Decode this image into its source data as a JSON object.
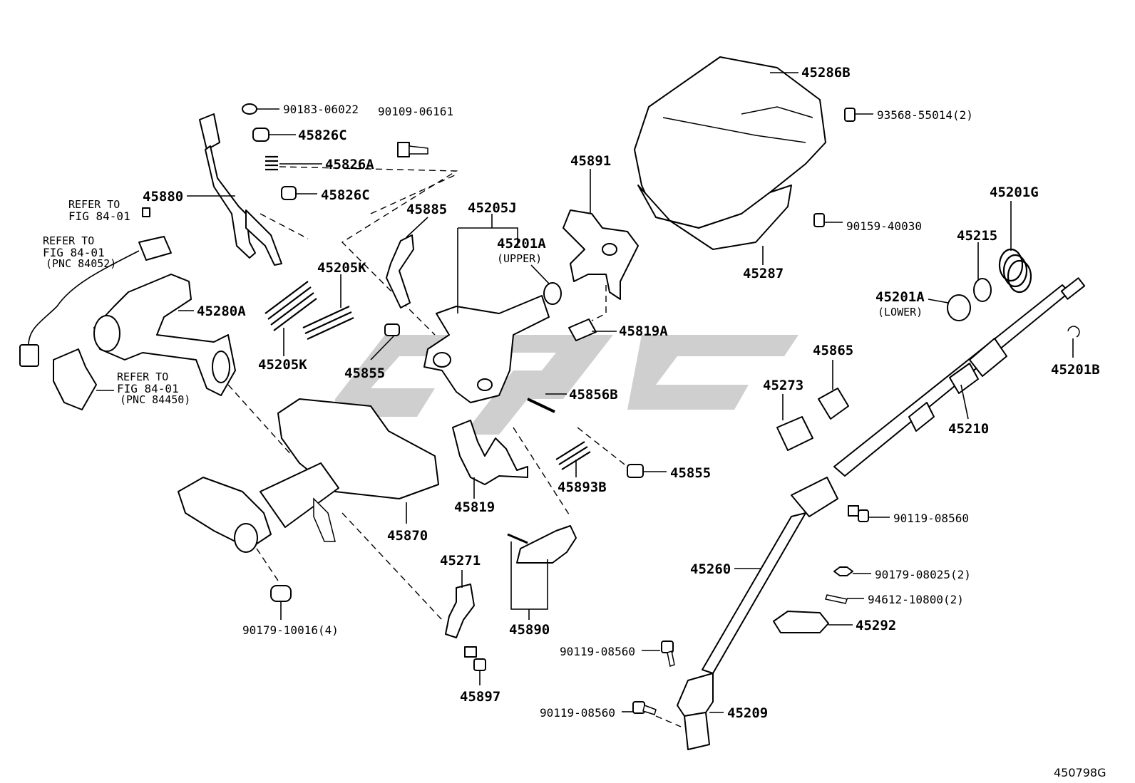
{
  "diagram_code": "450798G",
  "watermark": "",
  "labels": {
    "p90183_06022": "90183-06022",
    "p45826C_a": "45826C",
    "p45826A": "45826A",
    "p45826C_b": "45826C",
    "p90109_06161": "90109-06161",
    "p45880": "45880",
    "p45885": "45885",
    "p45205J": "45205J",
    "p45201A_upper": "45201A",
    "upper_note": "(UPPER)",
    "p45205K_a": "45205K",
    "p45205K_b": "45205K",
    "p45280A": "45280A",
    "p45855_a": "45855",
    "p45856B": "45856B",
    "p45891": "45891",
    "p45286B": "45286B",
    "p93568_55014": "93568-55014(2)",
    "p90159_40030": "90159-40030",
    "p45287": "45287",
    "p45819A": "45819A",
    "p45215": "45215",
    "p45201G": "45201G",
    "p45201A_lower": "45201A",
    "lower_note": "(LOWER)",
    "p45201B": "45201B",
    "p45865": "45865",
    "p45273": "45273",
    "p45210": "45210",
    "p45855_b": "45855",
    "p45893B": "45893B",
    "p45819": "45819",
    "p45870": "45870",
    "p45271": "45271",
    "p45890": "45890",
    "p45897": "45897",
    "p90179_10016": "90179-10016(4)",
    "p90119_08560_a": "90119-08560",
    "p90119_08560_b": "90119-08560",
    "p90119_08560_c": "90119-08560",
    "p90179_08025": "90179-08025(2)",
    "p94612_10800": "94612-10800(2)",
    "p45292": "45292",
    "p45260": "45260",
    "p45209": "45209"
  },
  "refs": {
    "ref1": {
      "line1": "REFER TO",
      "line2": "FIG 84-01"
    },
    "ref2": {
      "line1": "REFER TO",
      "line2": "FIG 84-01",
      "line3": "(PNC 84052)"
    },
    "ref3": {
      "line1": "REFER TO",
      "line2": "FIG 84-01",
      "line3": "(PNC 84450)"
    }
  }
}
